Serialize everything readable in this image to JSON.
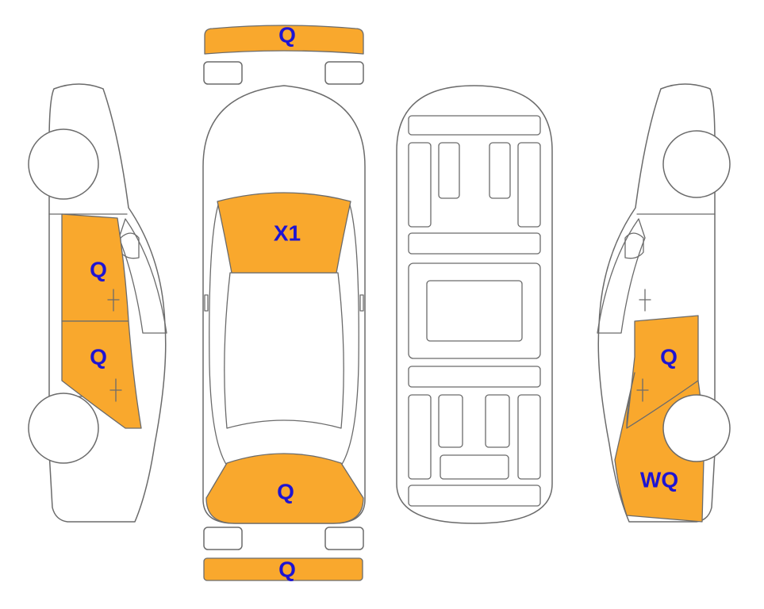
{
  "colors": {
    "damage_fill": "#F9A82D",
    "label_text": "#1E14D2",
    "outline": "#6b6b6b"
  },
  "labels": {
    "front_bumper": "Q",
    "windshield": "X1",
    "rear_window": "Q",
    "rear_bumper": "Q",
    "left_front_door": "Q",
    "left_rear_door": "Q",
    "right_rear_door": "Q",
    "right_rear_quarter": "WQ"
  }
}
